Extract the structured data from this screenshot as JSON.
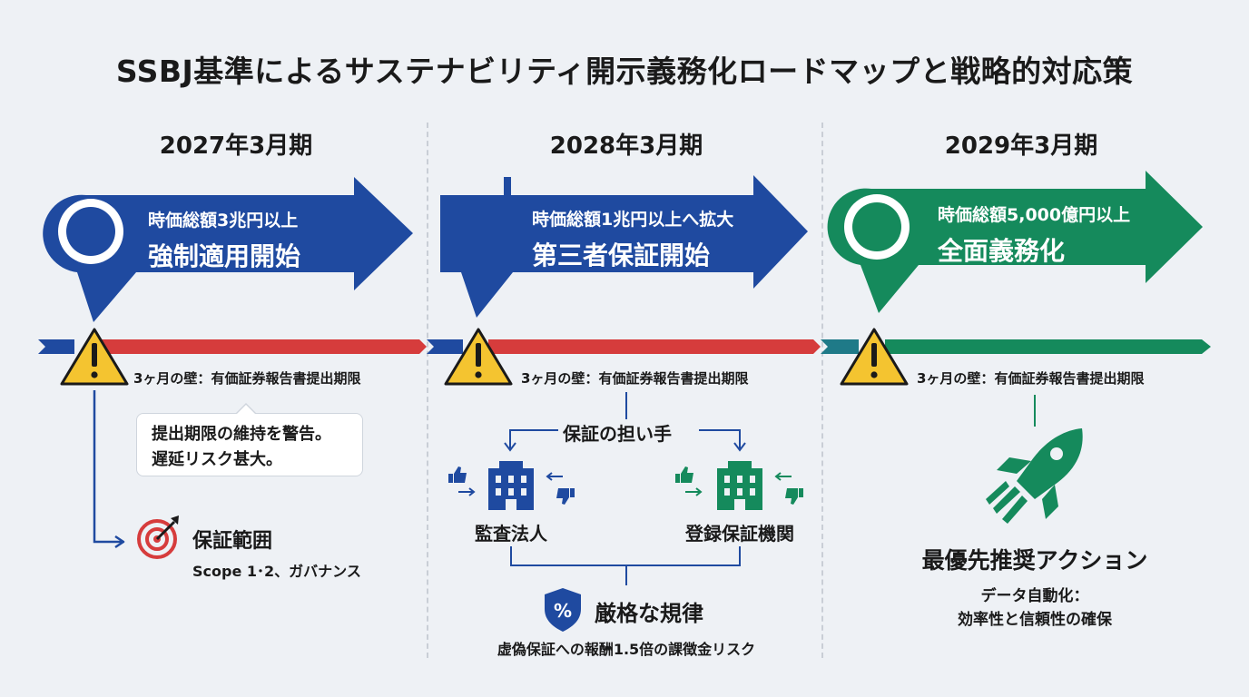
{
  "title": "SSBJ基準によるサステナビリティ開示義務化ロードマップと戦略的対応策",
  "colors": {
    "blue": "#1f4aa0",
    "green": "#158a5c",
    "red": "#d63c3c",
    "warning": "#f4c430",
    "background": "#eef1f5"
  },
  "phases": [
    {
      "period": "2027年3月期",
      "banner_sub": "時価総額3兆円以上",
      "banner_main": "強制適用開始",
      "wall": "3ヶ月の壁：有価証券報告書提出期限",
      "callout_line1": "提出期限の維持を警告。",
      "callout_line2": "遅延リスク甚大。",
      "scope_title": "保証範囲",
      "scope_detail": "Scope 1･2、ガバナンス"
    },
    {
      "period": "2028年3月期",
      "banner_sub": "時価総額1兆円以上へ拡大",
      "banner_main": "第三者保証開始",
      "wall": "3ヶ月の壁：有価証券報告書提出期限",
      "assurance_label": "保証の担い手",
      "provider_left": "監査法人",
      "provider_right": "登録保証機関",
      "discipline_title": "厳格な規律",
      "discipline_detail": "虚偽保証への報酬1.5倍の課徴金リスク"
    },
    {
      "period": "2029年3月期",
      "banner_sub": "時価総額5,000億円以上",
      "banner_main": "全面義務化",
      "wall": "3ヶ月の壁：有価証券報告書提出期限",
      "action_title": "最優先推奨アクション",
      "action_line1": "データ自動化：",
      "action_line2": "効率性と信頼性の確保"
    }
  ],
  "icons": [
    "location-pin-icon",
    "warning-icon",
    "target-icon",
    "building-icon",
    "thumbs-up-icon",
    "thumbs-down-icon",
    "shield-percent-icon",
    "rocket-icon"
  ]
}
